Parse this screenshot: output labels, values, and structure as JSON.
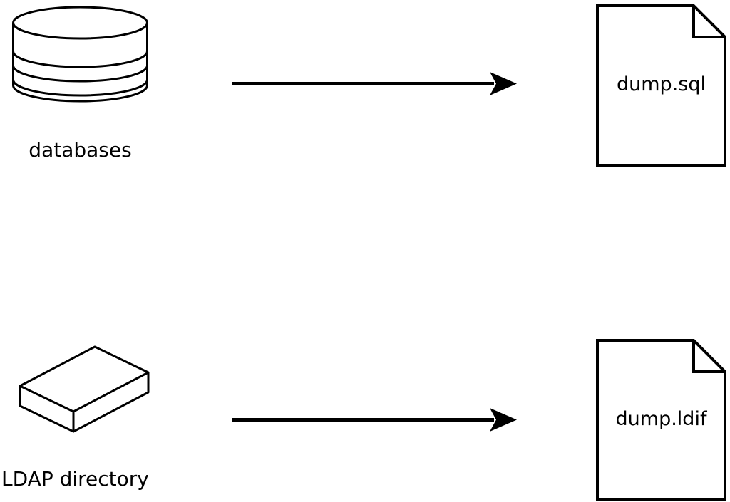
{
  "diagram": {
    "rows": [
      {
        "source_icon": "database-cylinder-icon",
        "source_label": "databases",
        "connector": "arrow-right",
        "target_icon": "document-icon",
        "target_file": "dump.sql"
      },
      {
        "source_icon": "box-icon",
        "source_label": "LDAP directory",
        "connector": "arrow-right",
        "target_icon": "document-icon",
        "target_file": "dump.ldif"
      }
    ]
  },
  "colors": {
    "stroke": "#000000",
    "background": "#ffffff"
  }
}
